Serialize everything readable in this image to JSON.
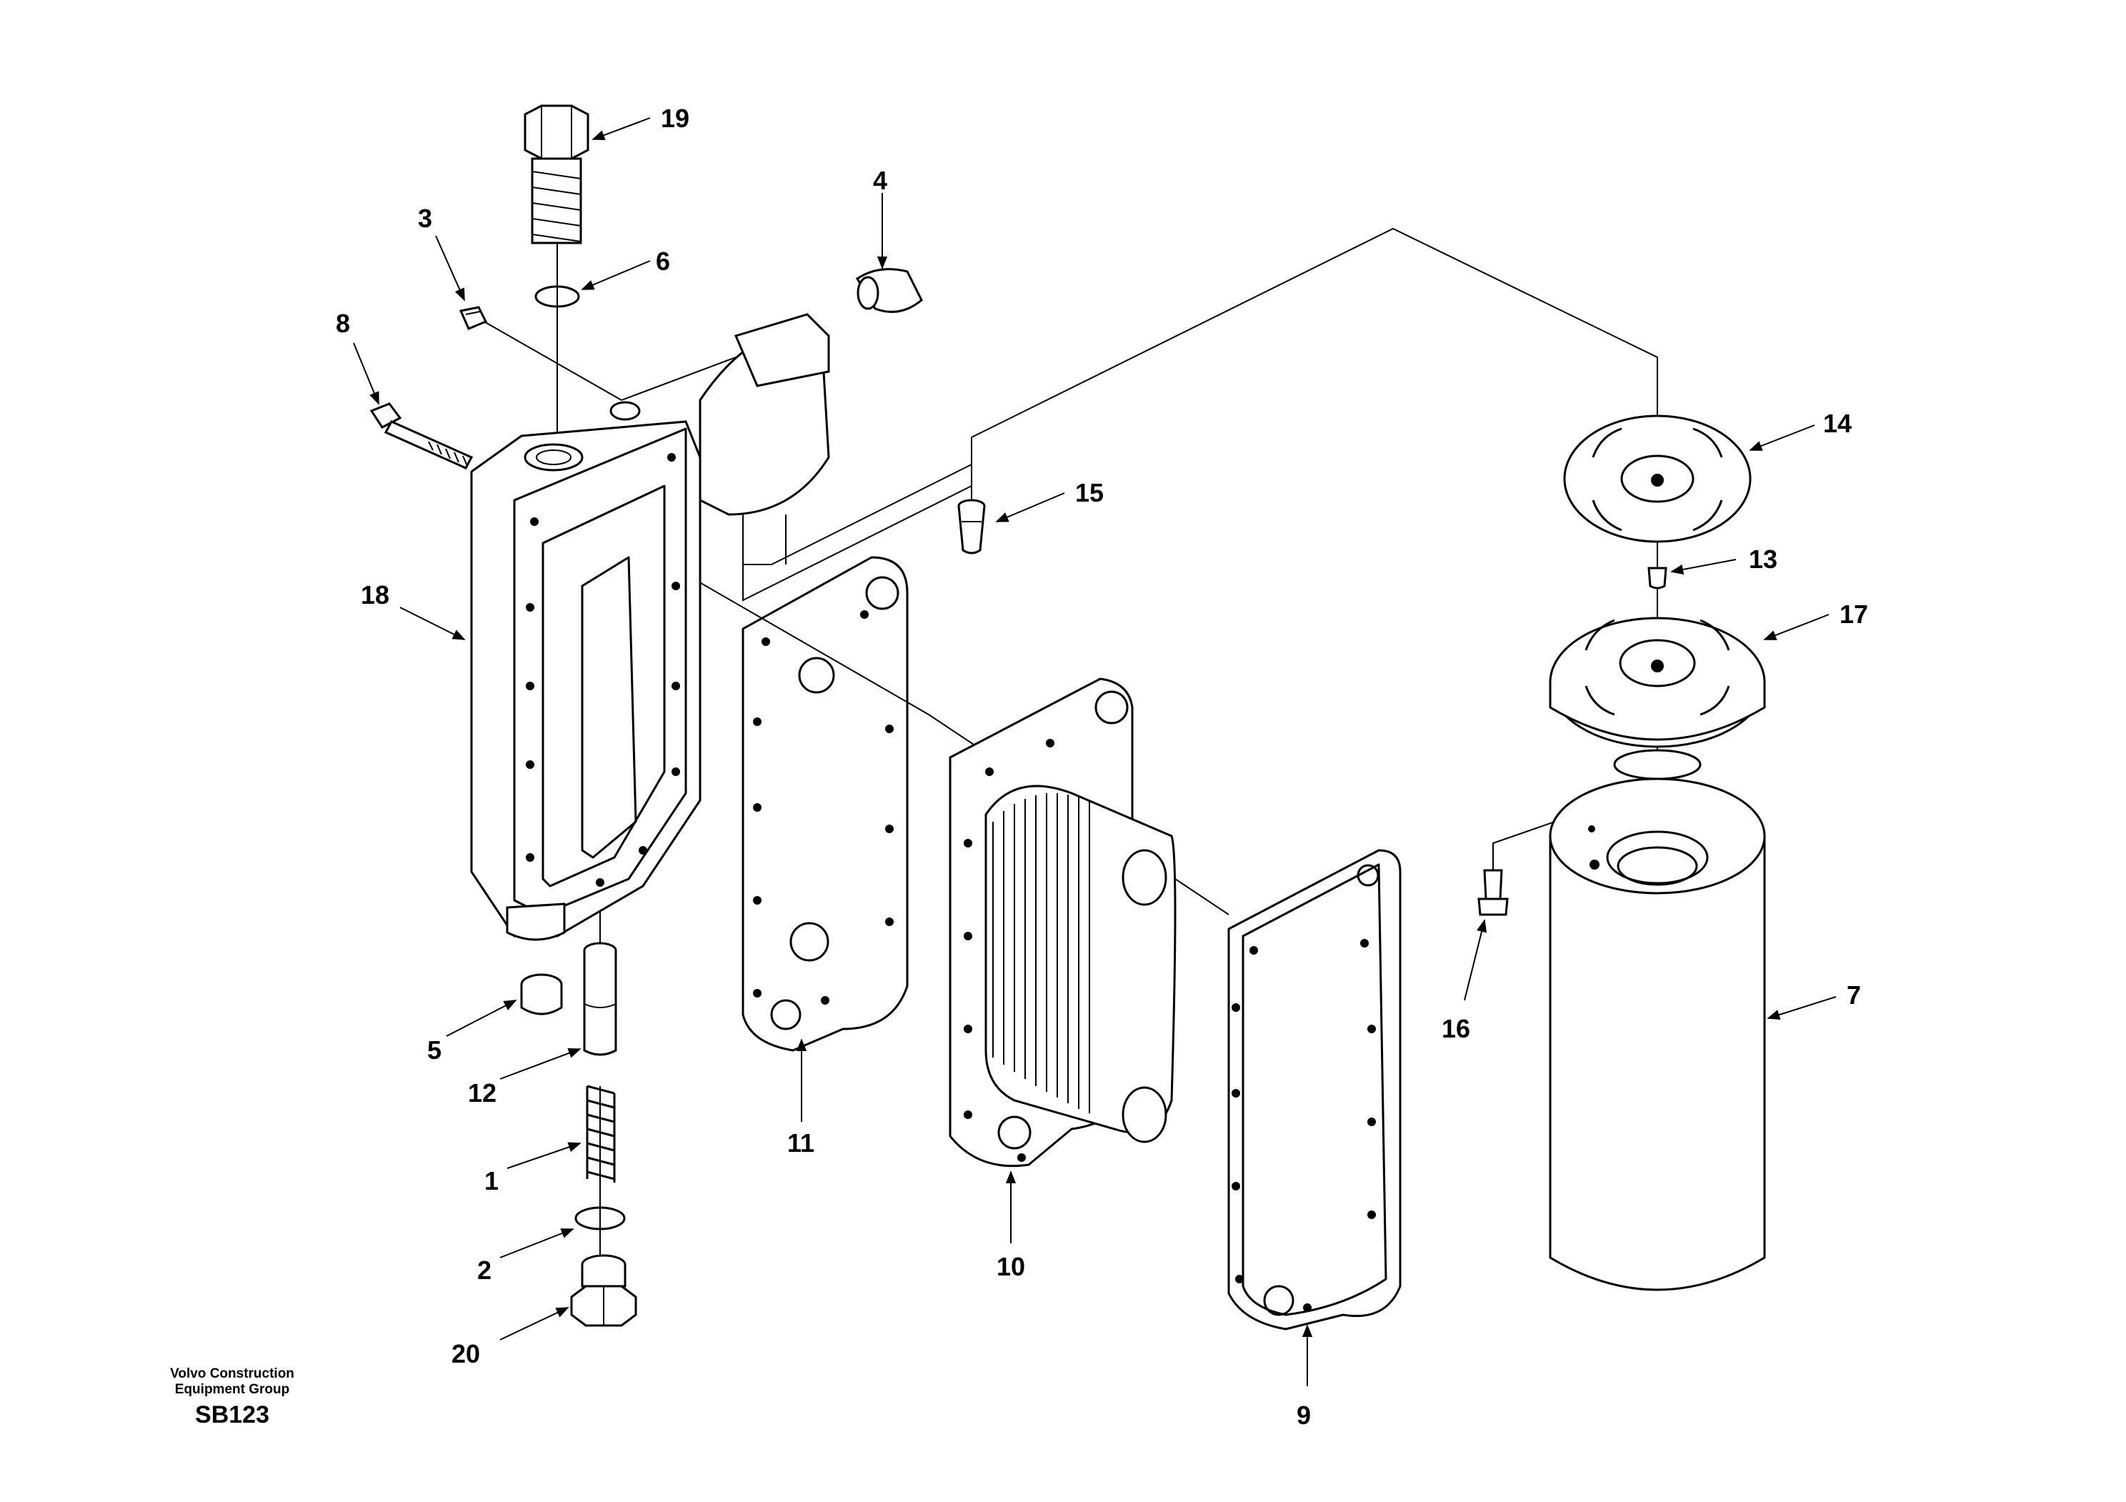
{
  "diagram": {
    "callouts": {
      "1": "1",
      "2": "2",
      "3": "3",
      "4": "4",
      "5": "5",
      "6": "6",
      "7": "7",
      "8": "8",
      "9": "9",
      "10": "10",
      "11": "11",
      "12": "12",
      "13": "13",
      "14": "14",
      "15": "15",
      "16": "16",
      "17": "17",
      "18": "18",
      "19": "19",
      "20": "20"
    }
  },
  "caption": {
    "organization_line1": "Volvo Construction",
    "organization_line2": "Equipment Group",
    "code": "SB123"
  }
}
